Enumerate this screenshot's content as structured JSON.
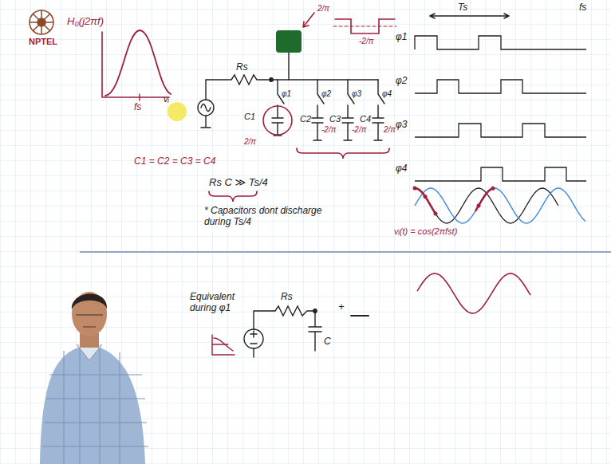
{
  "diagram": {
    "labels": [
      "NPTEL",
      "H₀(j2πf)",
      "fs",
      "vᵢ",
      "Rs",
      "2/π",
      "-2/π",
      "φ1",
      "φ2",
      "φ3",
      "φ4",
      "C1",
      "C2",
      "C3",
      "C4",
      "2/π",
      "-2/π",
      "-2/π",
      "2/π",
      "C1 = C2 = C3 = C4",
      "Rs C ≫ Ts/4",
      "* Capacitors dont discharge during Ts/4",
      "Ts",
      "fs",
      "φ1",
      "φ2",
      "φ3",
      "φ4",
      "vᵢ(t) = cos(2πfst)",
      "Equivalent during φ1",
      "Rs",
      "C",
      "+"
    ]
  }
}
